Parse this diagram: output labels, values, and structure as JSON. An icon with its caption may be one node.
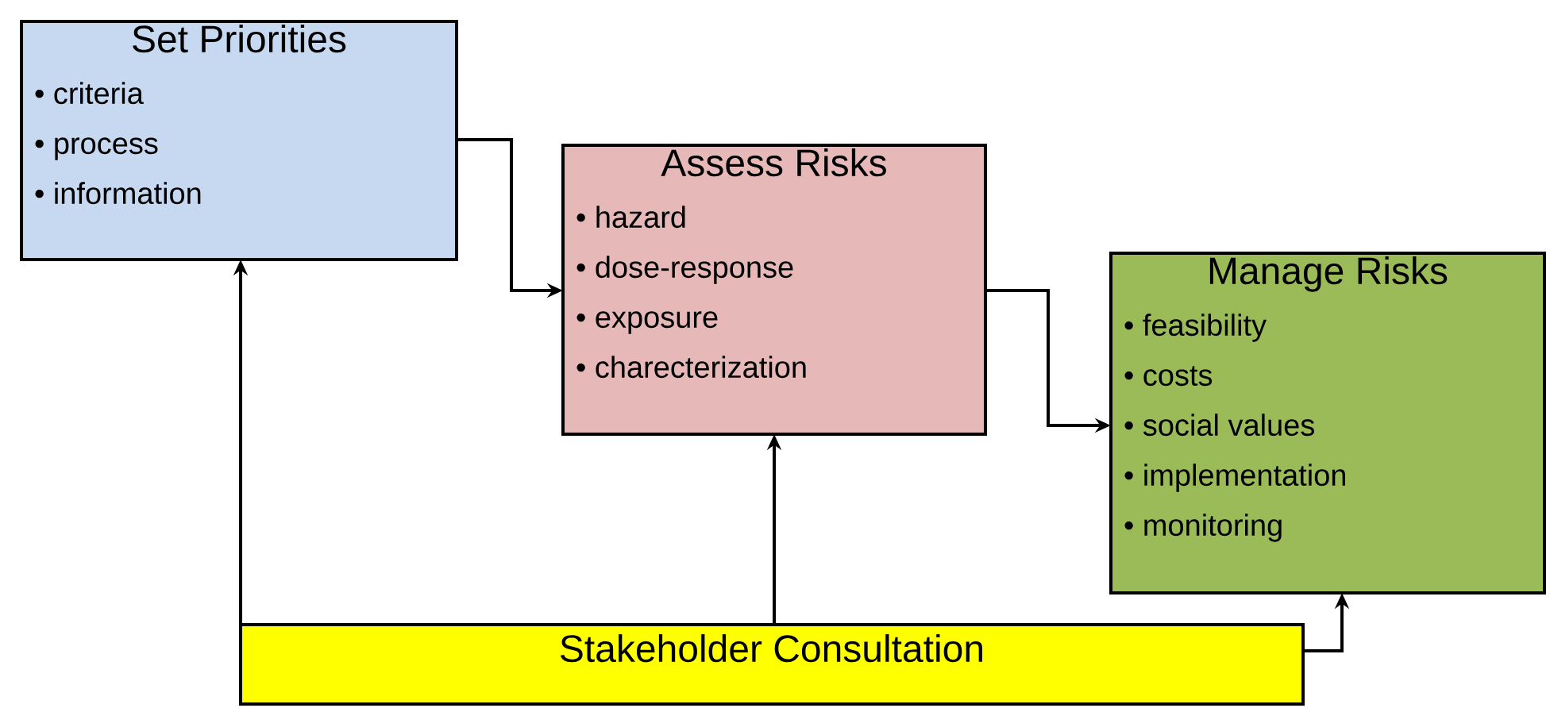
{
  "diagram": {
    "nodes": [
      {
        "text": [
          "Set Priorities",
          "• criteria",
          "• process",
          "• information"
        ]
      },
      {
        "text": [
          "Assess Risks",
          "• hazard",
          "• dose-response",
          "• exposure",
          "• charecterization"
        ]
      },
      {
        "text": [
          "Manage Risks",
          "• feasibility",
          "• costs",
          "• social values",
          "• implementation",
          "• monitoring"
        ]
      },
      {
        "text": [
          "Stakeholder Consultation"
        ]
      }
    ],
    "edges": [
      {
        "from": 0,
        "to": 1,
        "arrow": "to"
      },
      {
        "from": 1,
        "to": 2,
        "arrow": "to"
      },
      {
        "from": 3,
        "to": 0,
        "arrow": "to"
      },
      {
        "from": 3,
        "to": 1,
        "arrow": "to"
      },
      {
        "from": 3,
        "to": 2,
        "arrow": "to"
      }
    ]
  }
}
